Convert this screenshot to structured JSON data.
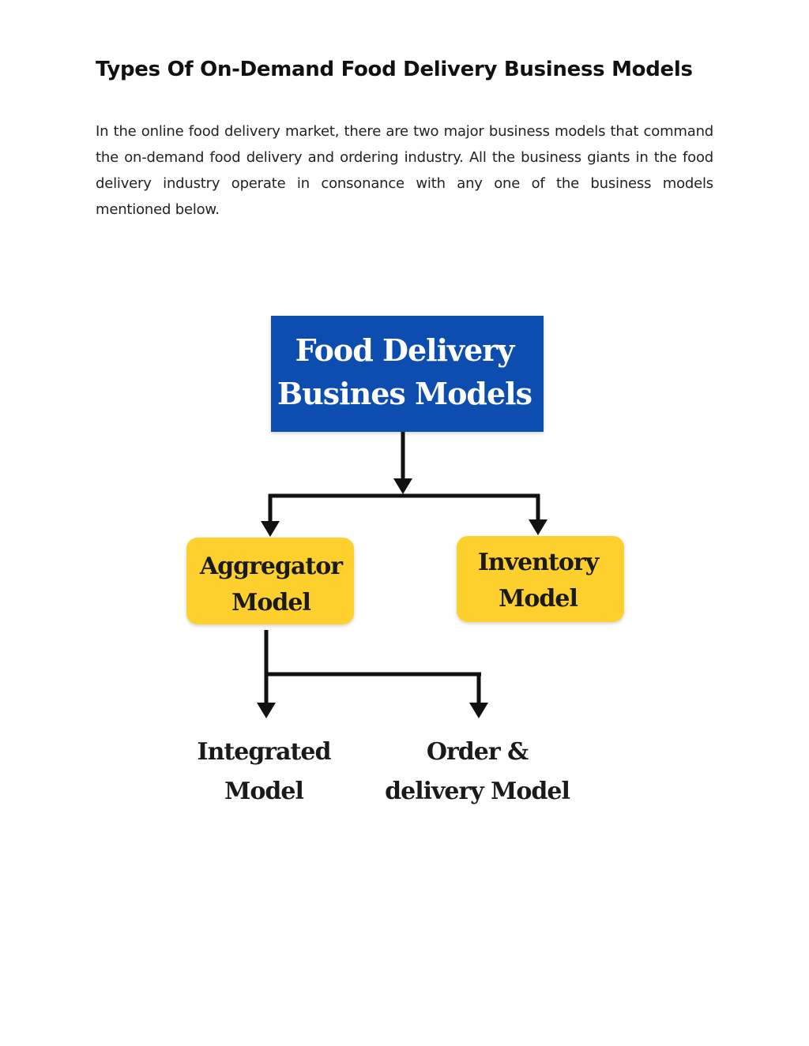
{
  "document": {
    "title": "Types Of On-Demand Food Delivery Business Models",
    "intro": "In the online food delivery market, there are two major business models that command the on-demand food delivery and ordering industry. All the business giants in the food delivery industry operate in consonance with any one of the business models mentioned below."
  },
  "diagram": {
    "root": {
      "line1": "Food Delivery",
      "line2": "Busines Models",
      "fill": "#0a4db0",
      "text_color": "#ffffff"
    },
    "aggregator": {
      "line1": "Aggregator",
      "line2": "Model",
      "fill": "#fdd02f",
      "text_color": "#1a1a1a"
    },
    "inventory": {
      "line1": "Inventory",
      "line2": "Model",
      "fill": "#fdd02f",
      "text_color": "#1a1a1a"
    },
    "integrated": {
      "line1": "Integrated",
      "line2": "Model"
    },
    "order_delivery": {
      "line1": "Order &",
      "line2": "delivery Model"
    },
    "connector_color": "#111111"
  }
}
